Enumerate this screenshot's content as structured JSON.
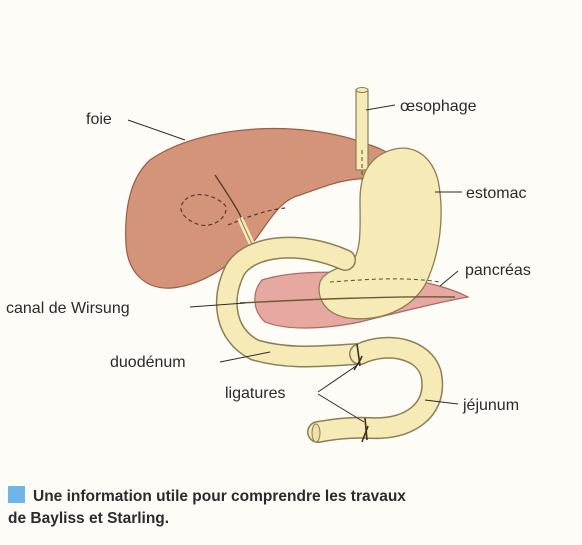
{
  "labels": {
    "foie": "foie",
    "oesophage": "œsophage",
    "estomac": "estomac",
    "pancreas": "pancréas",
    "canal": "canal de Wirsung",
    "duodenum": "duodénum",
    "ligatures": "ligatures",
    "jejunum": "jéjunum"
  },
  "caption": {
    "line1": "Une information utile pour comprendre les travaux",
    "line2": "de Bayliss et Starling."
  },
  "colors": {
    "liver": "#d49479",
    "pancreas": "#e6a8a0",
    "intestine": "#f6eab6",
    "outline": "#8a7f55",
    "marker": "#6fb6e8"
  }
}
